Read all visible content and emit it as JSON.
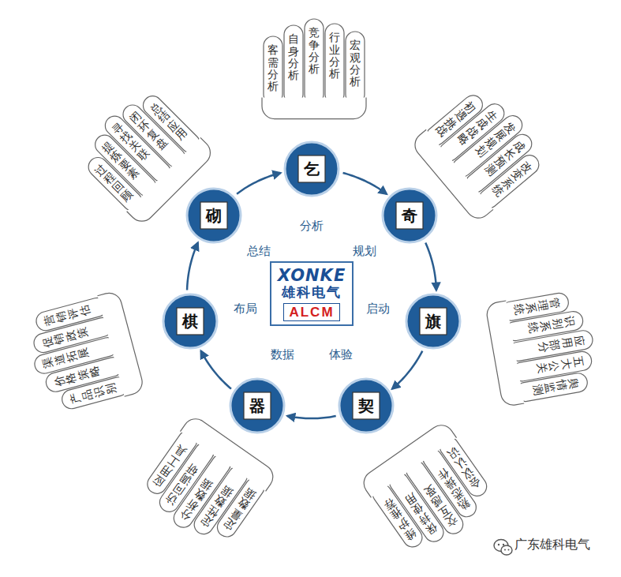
{
  "diagram": {
    "nodes": [
      {
        "text": [
          "乞",
          "分析"
        ]
      },
      {
        "text": [
          "奇",
          "规划"
        ]
      },
      {
        "text": [
          "旗",
          "启动"
        ]
      },
      {
        "text": [
          "契",
          "体验"
        ]
      },
      {
        "text": [
          "器",
          "数据"
        ]
      },
      {
        "text": [
          "棋",
          "布局"
        ]
      },
      {
        "text": [
          "砌",
          "总结"
        ]
      },
      {
        "text": [
          "客需分析",
          "自身分析",
          "竞争分析",
          "行业分析",
          "宏观分析"
        ]
      },
      {
        "text": [
          "初遇挑战",
          "生成战略",
          "发展规划",
          "成长预测",
          "改变系统"
        ]
      },
      {
        "text": [
          "管理系统",
          "识别系统",
          "应用部分",
          "五大公关",
          "舆情监测"
        ]
      },
      {
        "text": [
          "会议认识",
          "熟悉操作",
          "交互感受",
          "保持使用",
          "维护推荐"
        ]
      },
      {
        "text": [
          "定量数据",
          "定性数据",
          "分析数据",
          "访问调研",
          "应用工具"
        ]
      },
      {
        "text": [
          "产品识别",
          "价格策略",
          "渠道拓展",
          "促销政策",
          "营销评估"
        ]
      },
      {
        "text": [
          "过程回顾",
          "提炼要素",
          "寻找关联",
          "闭环复盘",
          "总结应用"
        ]
      },
      {
        "text": [
          "XONKE",
          "雄科电气",
          "ALCM"
        ]
      }
    ],
    "edges": [
      {
        "from": 0,
        "to": 1,
        "arrow": "to"
      },
      {
        "from": 1,
        "to": 2,
        "arrow": "to"
      },
      {
        "from": 2,
        "to": 3,
        "arrow": "to"
      },
      {
        "from": 3,
        "to": 4,
        "arrow": "to"
      },
      {
        "from": 4,
        "to": 5,
        "arrow": "to"
      },
      {
        "from": 5,
        "to": 6,
        "arrow": "to"
      },
      {
        "from": 6,
        "to": 0,
        "arrow": "to"
      }
    ],
    "labels": [
      "广东雄科电气"
    ]
  }
}
